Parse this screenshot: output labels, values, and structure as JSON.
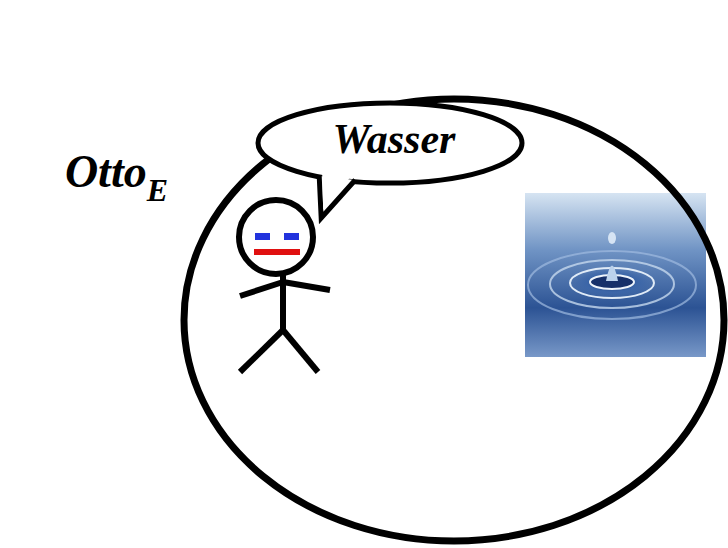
{
  "diagram": {
    "nodes": [
      {
        "text": [
          "Otto",
          "E"
        ]
      },
      {
        "text": [
          "Wasser"
        ],
        "in": 0
      }
    ]
  }
}
